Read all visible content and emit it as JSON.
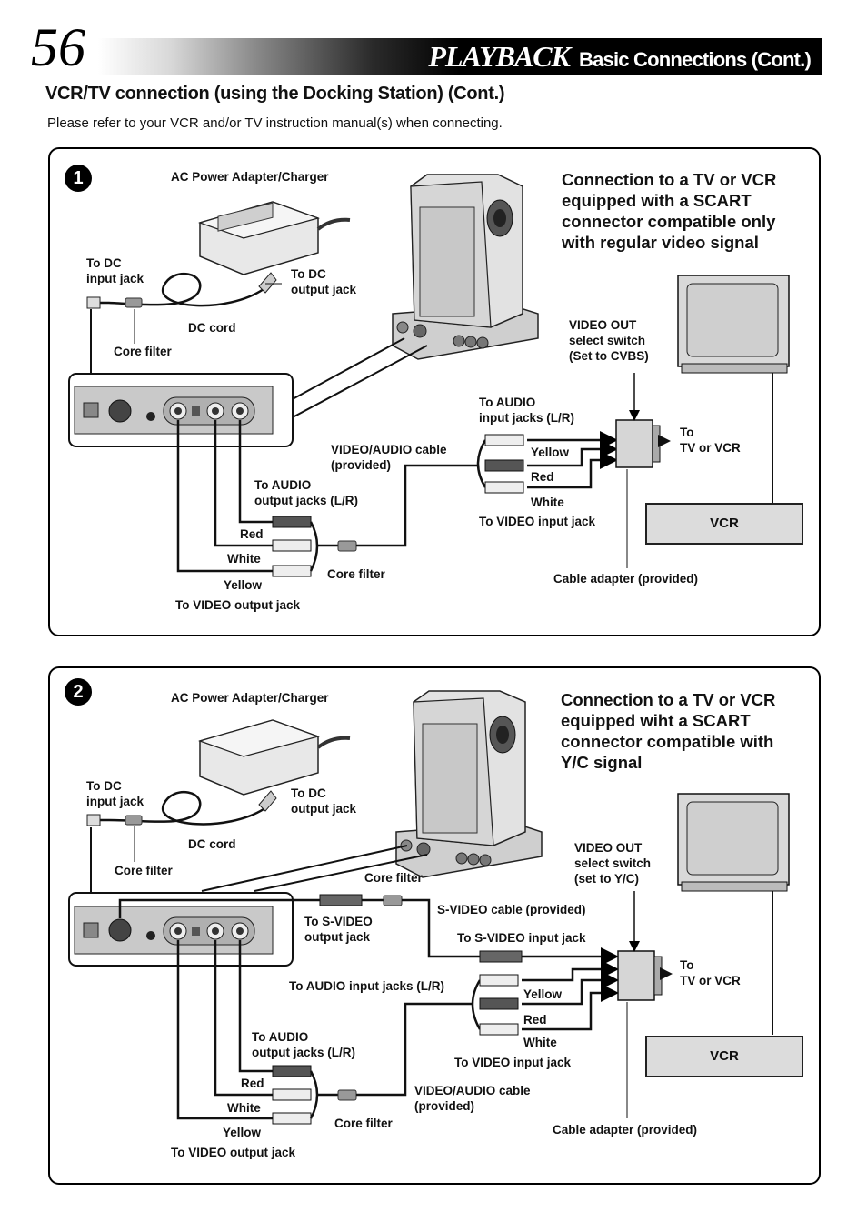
{
  "header": {
    "page_number": "56",
    "section": "PLAYBACK",
    "title": "Basic Connections (Cont.)"
  },
  "subheading": "VCR/TV connection (using the Docking Station) (Cont.)",
  "intro": "Please refer to your VCR and/or TV instruction manual(s) when connecting.",
  "panel1": {
    "step": "1",
    "heading": [
      "Connection to a TV or VCR",
      "equipped with a SCART",
      "connector compatible only",
      "with regular video signal"
    ],
    "ac_adapter": "AC Power Adapter/Charger",
    "to_dc_input": [
      "To DC",
      "input jack"
    ],
    "to_dc_output": [
      "To DC",
      "output jack"
    ],
    "dc_cord": "DC cord",
    "core_filter_top": "Core filter",
    "video_out_switch": [
      "VIDEO OUT",
      "select switch",
      "(Set to CVBS)"
    ],
    "to_audio_input": [
      "To AUDIO",
      "input jacks (L/R)"
    ],
    "to_tv_or_vcr": [
      "To",
      "TV or VCR"
    ],
    "av_cable": [
      "VIDEO/AUDIO cable",
      "(provided)"
    ],
    "yellow_r": "Yellow",
    "red_r": "Red",
    "white_r": "White",
    "to_video_input": "To VIDEO input jack",
    "to_audio_output": [
      "To AUDIO",
      "output jacks (L/R)"
    ],
    "red_l": "Red",
    "white_l": "White",
    "yellow_l": "Yellow",
    "core_filter_bottom": "Core filter",
    "to_video_output": "To VIDEO output jack",
    "cable_adapter": "Cable adapter (provided)",
    "vcr": "VCR"
  },
  "panel2": {
    "step": "2",
    "heading": [
      "Connection to a TV or VCR",
      "equipped wiht a SCART",
      "connector compatible with",
      "Y/C signal"
    ],
    "ac_adapter": "AC Power Adapter/Charger",
    "to_dc_input": [
      "To DC",
      "input jack"
    ],
    "to_dc_output": [
      "To DC",
      "output jack"
    ],
    "dc_cord": "DC cord",
    "core_filter_top": "Core filter",
    "core_filter_svideo": "Core filter",
    "to_svideo_output": [
      "To S-VIDEO",
      "output jack"
    ],
    "svideo_cable": "S-VIDEO cable (provided)",
    "to_svideo_input": "To S-VIDEO input jack",
    "video_out_switch": [
      "VIDEO OUT",
      "select switch",
      "(set to Y/C)"
    ],
    "to_tv_or_vcr": [
      "To",
      "TV or VCR"
    ],
    "to_audio_input": "To AUDIO input jacks (L/R)",
    "yellow_r": "Yellow",
    "red_r": "Red",
    "white_r": "White",
    "to_video_input": "To VIDEO input jack",
    "to_audio_output": [
      "To AUDIO",
      "output jacks (L/R)"
    ],
    "red_l": "Red",
    "white_l": "White",
    "yellow_l": "Yellow",
    "core_filter_bottom": "Core filter",
    "av_cable": [
      "VIDEO/AUDIO cable",
      "(provided)"
    ],
    "to_video_output": "To VIDEO output jack",
    "cable_adapter": "Cable adapter (provided)",
    "vcr": "VCR"
  }
}
